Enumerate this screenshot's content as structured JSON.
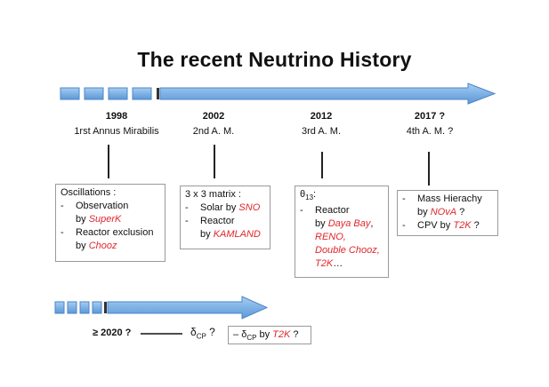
{
  "title": "The recent Neutrino History",
  "milestones": [
    {
      "year": "1998",
      "label": "1rst Annus Mirabilis"
    },
    {
      "year": "2002",
      "label": "2nd A. M."
    },
    {
      "year": "2012",
      "label": "3rd A. M."
    },
    {
      "year": "2017 ?",
      "label": "4th A. M. ?"
    }
  ],
  "box1": {
    "heading": "Oscillations :",
    "item1_dash": "-",
    "item1_a": "Observation",
    "item1_b": "by ",
    "item1_red": "SuperK",
    "item2_dash": "-",
    "item2_a": "Reactor exclusion",
    "item2_b": "by ",
    "item2_red": "Chooz"
  },
  "box2": {
    "heading": "3 x 3 matrix :",
    "item1_dash": "-",
    "item1_a": "Solar by ",
    "item1_red": "SNO",
    "item2_dash": "-",
    "item2_a": "Reactor",
    "item2_b": "by ",
    "item2_red": "KAMLAND"
  },
  "box3": {
    "theta": "θ",
    "theta_sub": "13",
    "theta_colon": ":",
    "item1_dash": "-",
    "item1_a": "Reactor",
    "line2_b": "by ",
    "line2_red": "Daya Bay",
    "line2_comma": ",",
    "line3_red": "RENO,",
    "line4_red": "Double Chooz,",
    "line5_red": "T2K",
    "line5_tail": "…"
  },
  "box4": {
    "item1_dash": "-",
    "item1_a": "Mass Hierachy",
    "item1_b": "by ",
    "item1_red": "NOvA",
    "item1_tail": " ?",
    "item2_dash": "-",
    "item2_a": "CPV by ",
    "item2_red": "T2K",
    "item2_tail": " ?"
  },
  "bottom": {
    "year": "≥ 2020 ?",
    "delta": "δ",
    "delta_sub": "CP",
    "delta_tail": " ?",
    "box_dash": "–",
    "box_delta": "δ",
    "box_delta_sub": "CP",
    "box_by": " by ",
    "box_red": "T2K",
    "box_tail": " ?"
  },
  "colors": {
    "arrow_fill": "#7fb2e5",
    "arrow_stroke": "#4a86c8",
    "accent_red": "#e0262b"
  }
}
